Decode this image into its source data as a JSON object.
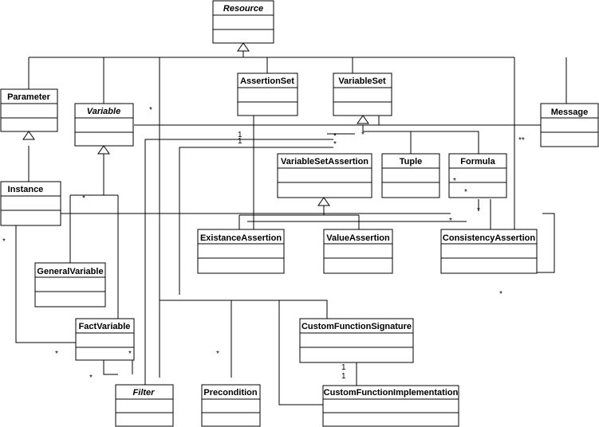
{
  "classes": {
    "resource": "Resource",
    "parameter": "Parameter",
    "variable": "Variable",
    "assertion_set": "AssertionSet",
    "variable_set": "VariableSet",
    "message": "Message",
    "instance": "Instance",
    "variable_set_assertion": "VariableSetAssertion",
    "tuple": "Tuple",
    "formula": "Formula",
    "existance_assertion": "ExistanceAssertion",
    "value_assertion": "ValueAssertion",
    "consistency_assertion": "ConsistencyAssertion",
    "general_variable": "GeneralVariable",
    "fact_variable": "FactVariable",
    "custom_function_signature": "CustomFunctionSignature",
    "custom_function_implementation": "CustomFunctionImplementation",
    "filter": "Filter",
    "precondition": "Precondition"
  },
  "multiplicities": {
    "m01": "*",
    "m02": "1",
    "m03": "1",
    "m04": "*",
    "m05": "*",
    "m06": "*",
    "m07": "**",
    "m08": "*",
    "m09": "*",
    "m10": "*",
    "m11": "*",
    "m12": "*",
    "m13": "*",
    "m14": "*",
    "m15": "*",
    "m16": "*",
    "m17": "*",
    "m18": "*",
    "m19": "1",
    "m20": "1"
  }
}
